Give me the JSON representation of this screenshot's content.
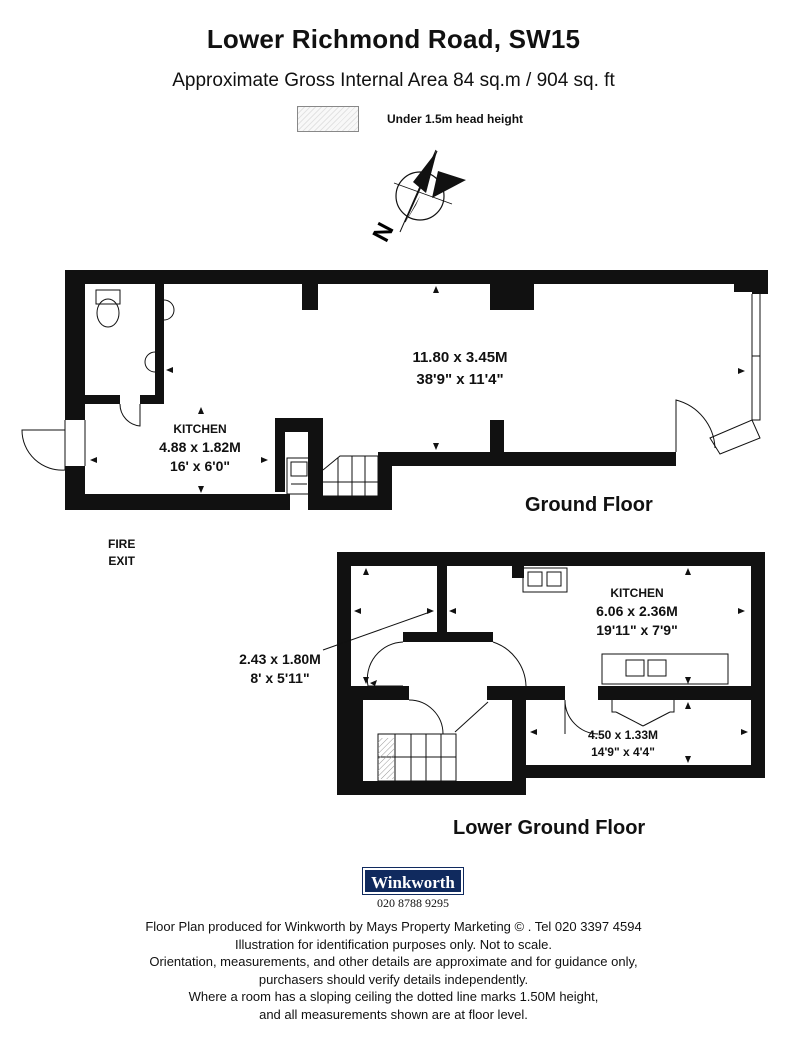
{
  "header": {
    "title": "Lower Richmond Road, SW15",
    "area": "Approximate Gross Internal Area 84 sq.m  /  904 sq. ft"
  },
  "legend": {
    "label": "Under 1.5m head height"
  },
  "compass": {
    "letter": "N"
  },
  "ground_floor": {
    "label": "Ground Floor",
    "fire_exit_line1": "FIRE",
    "fire_exit_line2": "EXIT",
    "main_room": {
      "metric": "11.80 x 3.45M",
      "imperial": "38'9\" x 11'4\""
    },
    "kitchen": {
      "name": "KITCHEN",
      "metric": "4.88 x 1.82M",
      "imperial": "16' x 6'0\""
    }
  },
  "lower_ground_floor": {
    "label": "Lower Ground Floor",
    "kitchen": {
      "name": "KITCHEN",
      "metric": "6.06 x 2.36M",
      "imperial": "19'11\" x 7'9\""
    },
    "bedroom": {
      "metric": "2.43 x 1.80M",
      "imperial": "8' x 5'11\""
    },
    "store": {
      "metric": "4.50 x 1.33M",
      "imperial": "14'9\" x 4'4\""
    }
  },
  "branding": {
    "logo": "Winkworth",
    "phone": "020 8788 9295"
  },
  "footer": {
    "lines": [
      "Floor Plan produced for Winkworth by Mays Property Marketing  ©  . Tel 020 3397 4594",
      "Illustration for identification purposes only. Not to scale.",
      "Orientation, measurements, and other details are approximate and for guidance only,",
      "purchasers should verify details independently.",
      "Where a room has a sloping ceiling the dotted line marks 1.50M height,",
      "and all measurements shown are at floor level."
    ]
  },
  "colors": {
    "wall": "#111111",
    "logo_bg": "#102a5e",
    "text": "#111111"
  }
}
